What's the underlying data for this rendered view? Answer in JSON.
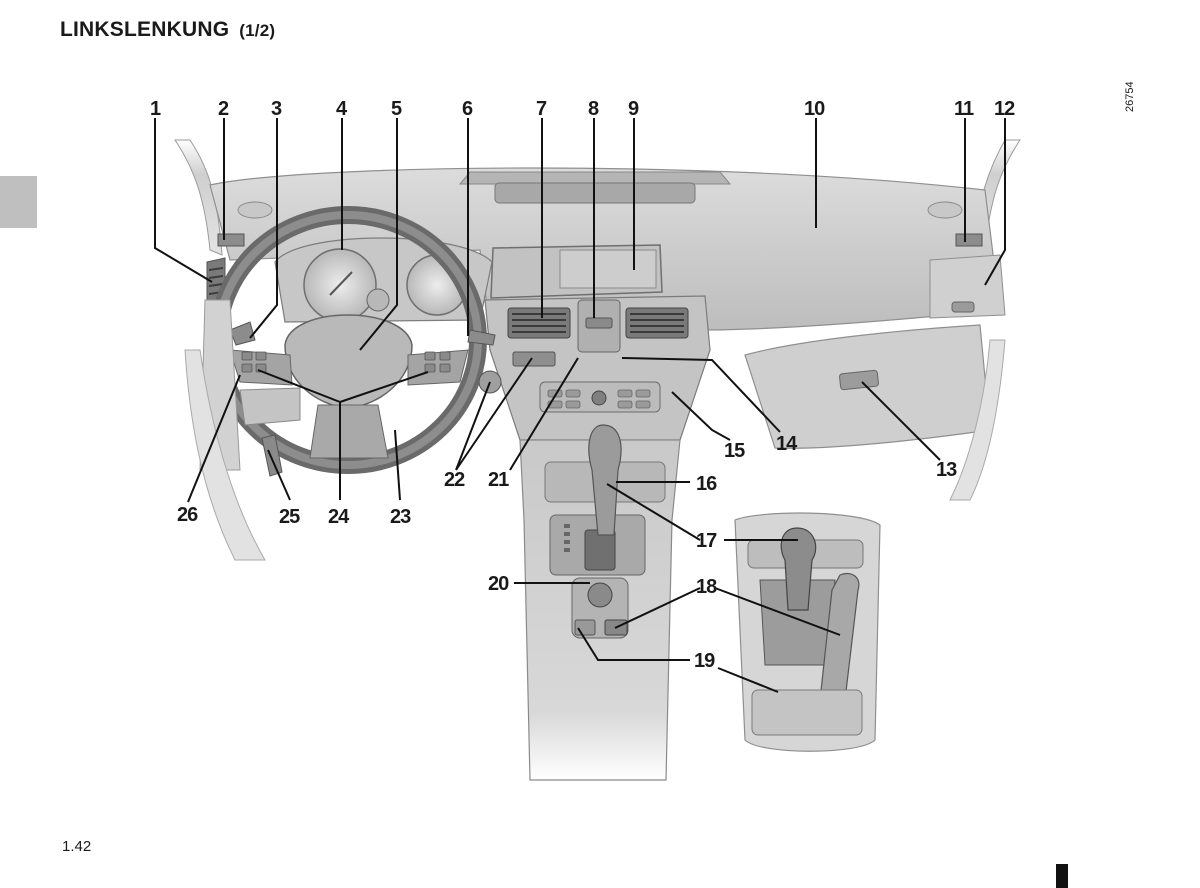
{
  "header": {
    "title": "LINKSLENKUNG",
    "subtitle": "(1/2)"
  },
  "footer": {
    "page_number": "1.42"
  },
  "image_ref": "26754",
  "callouts": [
    "1",
    "2",
    "3",
    "4",
    "5",
    "6",
    "7",
    "8",
    "9",
    "10",
    "11",
    "12",
    "13",
    "14",
    "15",
    "16",
    "17",
    "18",
    "19",
    "20",
    "21",
    "22",
    "23",
    "24",
    "25",
    "26"
  ]
}
